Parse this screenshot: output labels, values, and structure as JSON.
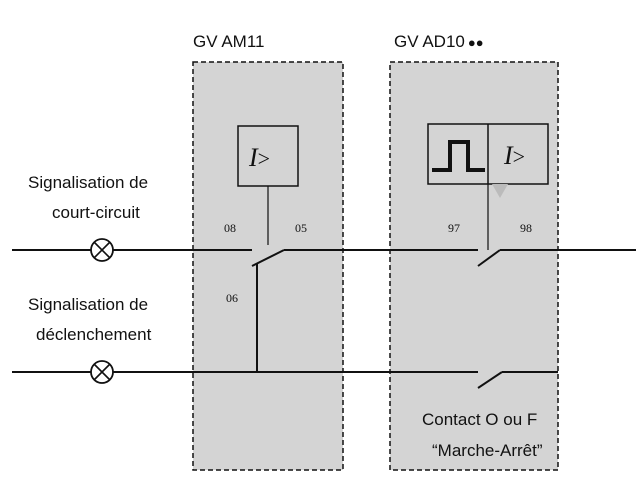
{
  "modules": {
    "left": {
      "name": "GV AM11"
    },
    "right": {
      "name": "GV AD10",
      "name_suffix": "●●"
    }
  },
  "symbols": {
    "overcurrent": "I",
    "overcurrent_gt": ">"
  },
  "labels": {
    "short_circuit_line1": "Signalisation de",
    "short_circuit_line2": "court-circuit",
    "trip_line1": "Signalisation de",
    "trip_line2": "déclenchement",
    "contact_line1": "Contact O ou F",
    "contact_line2": "“Marche-Arrêt”"
  },
  "terminals": {
    "t08": "08",
    "t05": "05",
    "t06": "06",
    "t97": "97",
    "t98": "98"
  }
}
